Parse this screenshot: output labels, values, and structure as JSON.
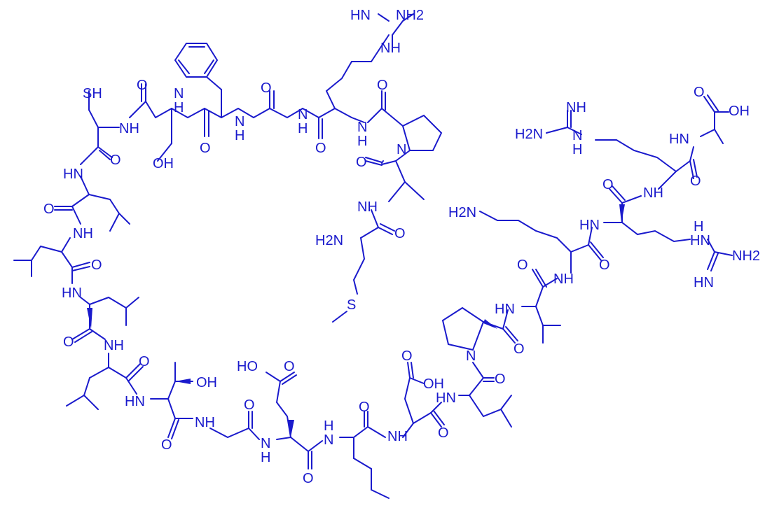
{
  "structure": {
    "bond_color": "#1a1acc",
    "labels": {
      "hn": "HN",
      "nh2": "NH2",
      "nh": "NH",
      "n": "N",
      "h": "H",
      "o": "O",
      "s": "S",
      "oh": "OH",
      "sh": "SH",
      "ho": "HO",
      "h2n": "H2N"
    }
  }
}
